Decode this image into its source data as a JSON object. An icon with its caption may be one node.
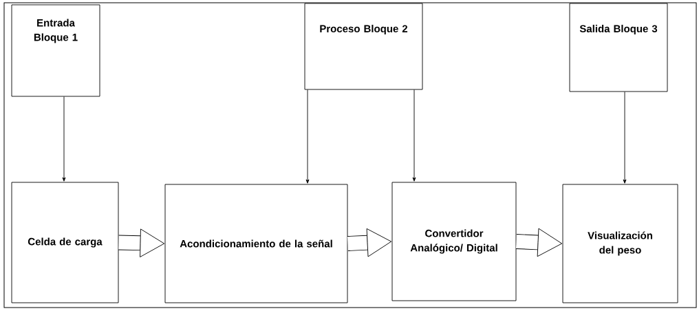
{
  "diagram": {
    "nodes": [
      {
        "text": [
          "Entrada Bloque 1"
        ]
      },
      {
        "text": [
          "Proceso Bloque 2"
        ]
      },
      {
        "text": [
          "Salida Bloque 3"
        ]
      },
      {
        "text": [
          "Celda de carga"
        ]
      },
      {
        "text": [
          "Acondicionamiento de la señal"
        ]
      },
      {
        "text": [
          "Convertidor Analógico/ Digital"
        ]
      },
      {
        "text": [
          "Visualización del peso"
        ]
      }
    ],
    "edges": [
      {
        "from": 0,
        "to": 3,
        "arrow": "to"
      },
      {
        "from": 1,
        "to": 4,
        "arrow": "to"
      },
      {
        "from": 1,
        "to": 5,
        "arrow": "to"
      },
      {
        "from": 2,
        "to": 6,
        "arrow": "to"
      },
      {
        "from": 3,
        "to": 4,
        "arrow": "to",
        "style": "thick"
      },
      {
        "from": 4,
        "to": 5,
        "arrow": "to",
        "style": "thick"
      },
      {
        "from": 5,
        "to": 6,
        "arrow": "to",
        "style": "thick"
      }
    ]
  }
}
